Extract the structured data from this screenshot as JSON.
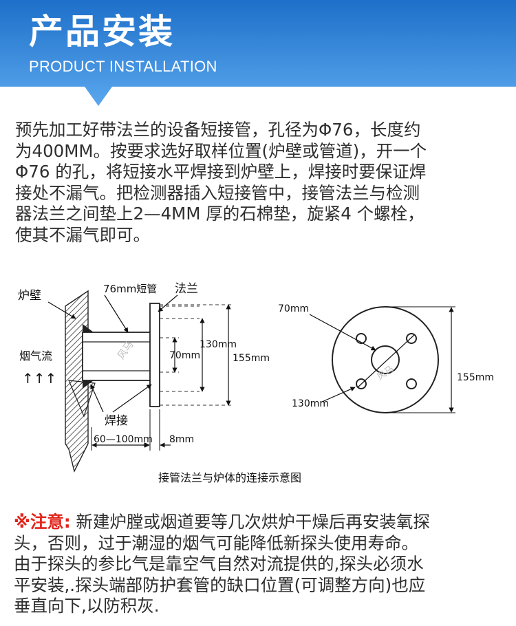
{
  "header": {
    "title": "产品安装",
    "subtitle": "PRODUCT INSTALLATION"
  },
  "intro": {
    "lines": [
      "预先加工好带法兰的设备短接管，孔径为Φ76，长度约",
      "为400MM。按要求选好取样位置(炉壁或管道)，开一个",
      "Φ76 的孔，将短接水平焊接到炉壁上，焊接时要保证焊",
      "接处不漏气。把检测器插入短接管中，接管法兰与检测",
      "器法兰之间垫上2—4MM 厚的石棉垫，旋紧4 个螺栓，",
      "使其不漏气即可。"
    ]
  },
  "diagram": {
    "labels": {
      "furnace_wall": "炉壁",
      "short_pipe": "76mm短管",
      "flange": "法兰",
      "flue_flow": "烟气流",
      "flow_arrows": "↑↑↑",
      "weld": "焊接",
      "dim_130_side": "130mm",
      "dim_155_side": "155mm",
      "dim_70_side": "70mm",
      "dim_60_100": "60—100mm",
      "dim_8": "8mm",
      "front_70": "70mm",
      "front_130": "130mm",
      "front_155": "155mm",
      "watermark": "风马",
      "caption": "接管法兰与炉体的连接示意图"
    }
  },
  "note": {
    "label": "※注意:",
    "lines": [
      " 新建炉膛或烟道要等几次烘炉干燥后再安装氧探",
      "头，否则，过于潮湿的烟气可能降低新探头使用寿命。",
      "由于探头的参比气是靠空气自然对流提供的,探头必须水",
      "平安装,.探头端部防护套管的缺口位置(可调整方向)也应",
      "垂直向下,以防积灰."
    ]
  },
  "colors": {
    "header_top": "#1e73cc",
    "header_bottom": "#58a6ee",
    "note_label": "#e2231a"
  }
}
